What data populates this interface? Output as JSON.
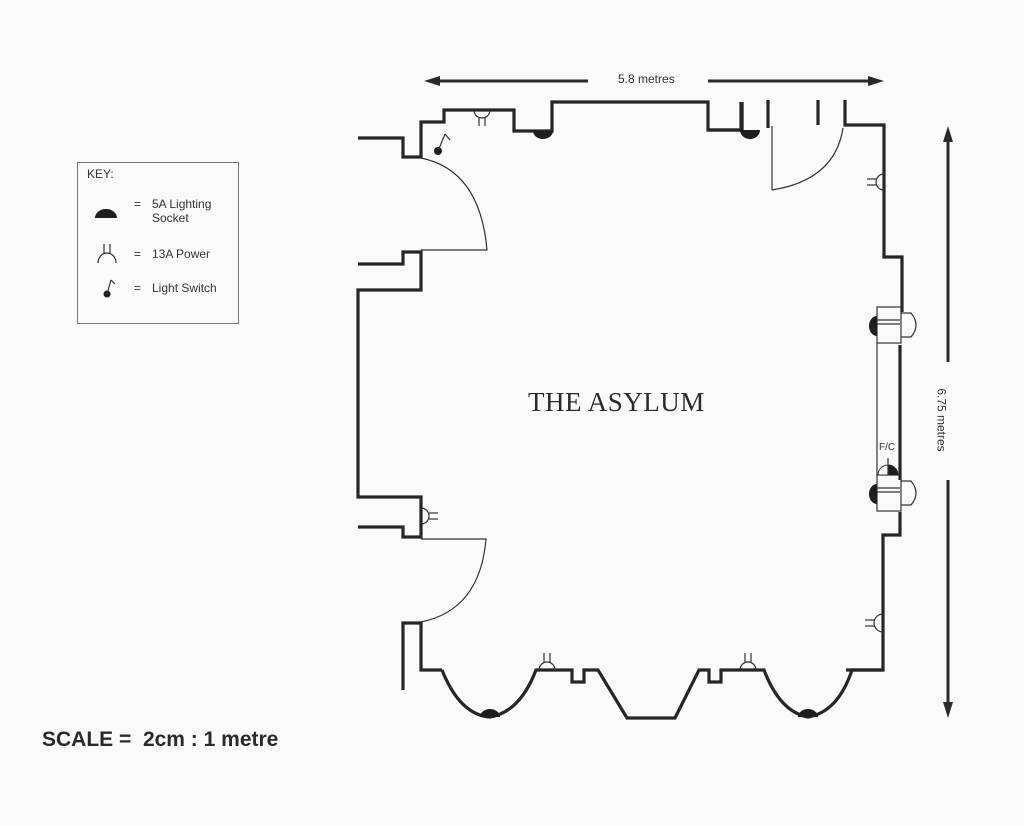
{
  "room": {
    "title": "THE ASYLUM"
  },
  "dimensions": {
    "width_label": "5.8 metres",
    "height_label": "6.75 metres"
  },
  "key": {
    "title": "KEY:",
    "items": [
      {
        "icon": "lighting-socket-icon",
        "equals": "=",
        "label_line1": "5A Lighting",
        "label_line2": "Socket"
      },
      {
        "icon": "power-socket-icon",
        "equals": "=",
        "label_line1": "13A Power",
        "label_line2": ""
      },
      {
        "icon": "light-switch-icon",
        "equals": "=",
        "label_line1": "Light Switch",
        "label_line2": ""
      }
    ]
  },
  "fixtures": {
    "fc_label": "F/C"
  },
  "scale": {
    "label": "SCALE =  2cm : 1 metre"
  },
  "colors": {
    "line": "#262626",
    "background": "#fafafa"
  }
}
